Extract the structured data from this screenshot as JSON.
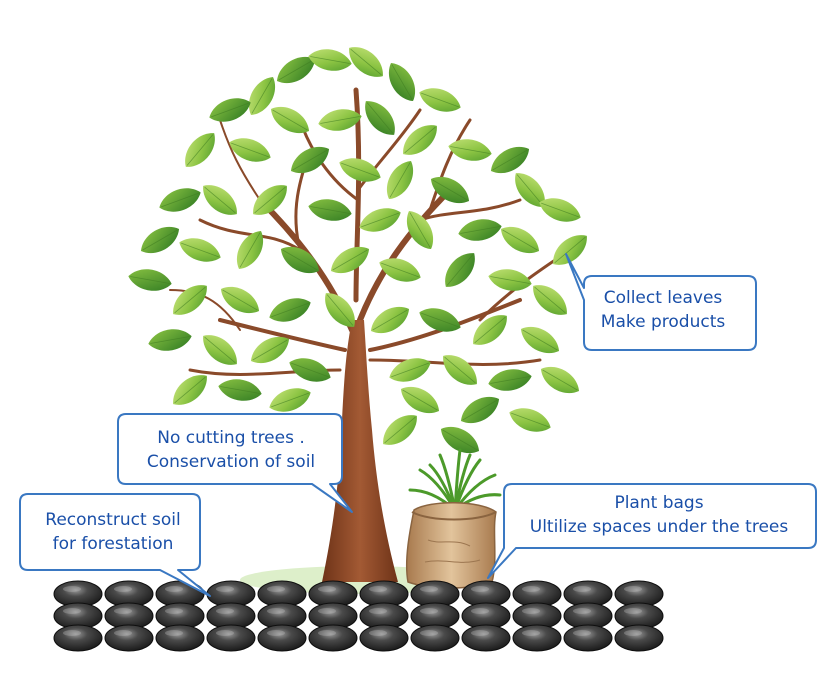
{
  "callouts": {
    "collect_leaves": {
      "line1": "Collect leaves",
      "line2": "Make products"
    },
    "no_cutting": {
      "line1": "No cutting trees .",
      "line2": "Conservation of soil"
    },
    "reconstruct_soil": {
      "line1": "Reconstruct soil",
      "line2": "for forestation"
    },
    "plant_bags": {
      "line1": "Plant bags",
      "line2": "Ultilize spaces under the trees"
    }
  },
  "colors": {
    "callout_border": "#3a78c2",
    "callout_text": "#1a4fa8",
    "leaf_light": "#9ccd4c",
    "leaf_dark": "#4f9a2e",
    "trunk": "#8a4a2a",
    "stone": "#3a3a3a",
    "bag": "#c8a27a"
  },
  "icons": [
    "tree-icon",
    "leaf-icon",
    "stone-icon",
    "plant-bag-icon"
  ]
}
